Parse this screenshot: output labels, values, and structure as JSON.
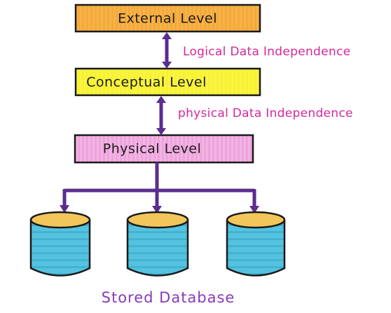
{
  "levels": {
    "external": "External Level",
    "conceptual": "Conceptual Level",
    "physical": "Physical Level"
  },
  "independence": {
    "logical": "Logical Data Independence",
    "physical": "physical Data Independence"
  },
  "storage": {
    "label": "Stored Database"
  },
  "colors": {
    "external_box": "#f4a93c",
    "conceptual_box": "#f7f230",
    "physical_box": "#eea3dc",
    "connector": "#5a2d8e",
    "independence_text": "#d4289a",
    "cylinder_body": "#55c3df",
    "cylinder_top": "#f2c65a",
    "stored_text": "#8a3ab8"
  }
}
